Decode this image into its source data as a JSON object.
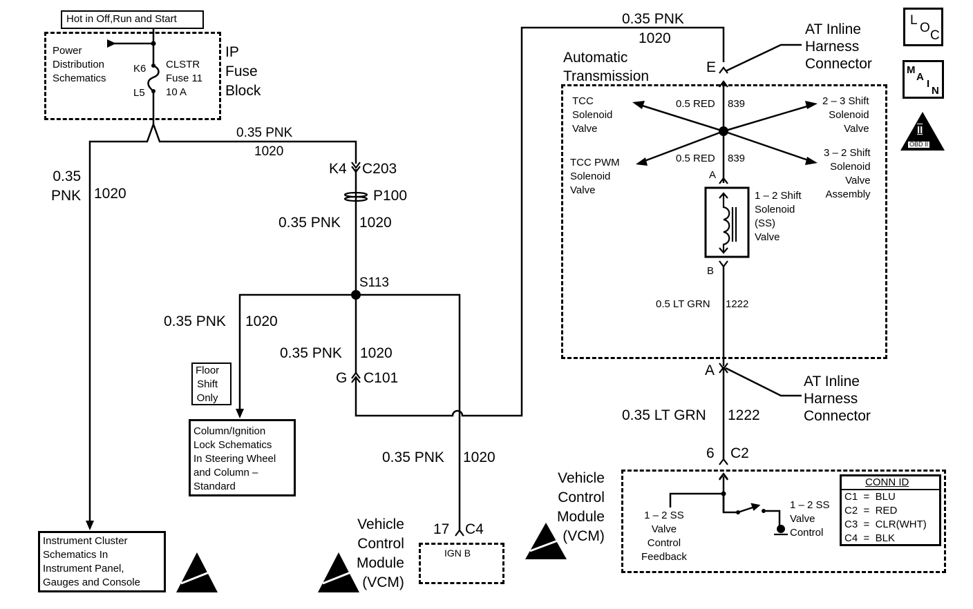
{
  "diagram_type": "wiring-schematic",
  "title_box": "Hot in Off,Run and Start",
  "ip_fuse_block": {
    "label": "IP\nFuse\nBlock",
    "power_dist": "Power\nDistribution\nSchematics",
    "fuse_label": "CLSTR\nFuse 11\n10 A",
    "pin_top": "K6",
    "pin_bottom": "L5"
  },
  "wires": {
    "w_top": {
      "gauge_color": "0.35 PNK",
      "circuit": "1020"
    },
    "w_left_gauge": "0.35\nPNK",
    "w_left_circuit": "1020",
    "w_p100": {
      "gauge_color": "0.35 PNK",
      "circuit": "1020"
    },
    "w_floor": {
      "gauge_color": "0.35 PNK",
      "circuit": "1020"
    },
    "w_c101": {
      "gauge_color": "0.35 PNK",
      "circuit": "1020"
    },
    "w_vcm": {
      "gauge_color": "0.35 PNK",
      "circuit": "1020"
    },
    "w_trans_top": {
      "gauge_color": "0.35 PNK",
      "circuit": "1020"
    },
    "w_red_top": {
      "gauge_color": "0.5 RED",
      "circuit": "839"
    },
    "w_red_bottom": {
      "gauge_color": "0.5 RED",
      "circuit": "839"
    },
    "w_ltgrn_inner": {
      "gauge_color": "0.5 LT GRN",
      "circuit": "1222"
    },
    "w_ltgrn_outer": {
      "gauge_color": "0.35 LT GRN",
      "circuit": "1222"
    }
  },
  "connectors": {
    "c203": {
      "pin": "K4",
      "name": "C203"
    },
    "p100": "P100",
    "s113": "S113",
    "c101": {
      "pin": "G",
      "name": "C101"
    },
    "c4": {
      "pin": "17",
      "name": "C4"
    },
    "c2": {
      "pin": "6",
      "name": "C2"
    },
    "at_e": "E",
    "at_a": "A",
    "sol_a": "A",
    "sol_b": "B"
  },
  "components": {
    "floor_shift": "Floor\nShift\nOnly",
    "column_lock": "Column/Ignition\nLock Schematics\nIn Steering Wheel\nand Column –\nStandard",
    "instrument_cluster": "Instrument Cluster\nSchematics In\nInstrument Panel,\nGauges and Console",
    "vcm_left_label": "Vehicle\nControl\nModule\n(VCM)",
    "vcm_left_ign": "IGN B",
    "auto_trans": "Automatic\nTransmission",
    "at_inline_top": "AT Inline\nHarness\nConnector",
    "at_inline_bottom": "AT Inline\nHarness\nConnector",
    "tcc_sol": "TCC\nSolenoid\nValve",
    "tcc_pwm": "TCC PWM\nSolenoid\nValve",
    "shift_23": "2 – 3 Shift\nSolenoid\nValve",
    "shift_32": "3 – 2 Shift\nSolenoid\nValve\nAssembly",
    "shift_12": "1 – 2 Shift\nSolenoid\n(SS)\nValve",
    "vcm_right_label": "Vehicle\nControl\nModule\n(VCM)",
    "ss_feedback": "1 – 2 SS\nValve\nControl\nFeedback",
    "ss_control": "1 – 2 SS\nValve\nControl"
  },
  "conn_id": {
    "header": "CONN ID",
    "rows": [
      "C1  =  BLU",
      "C2  =  RED",
      "C3  =  CLR(WHT)",
      "C4  =  BLK"
    ]
  },
  "badges": {
    "loc": [
      "L",
      "O",
      "C"
    ],
    "main": [
      "M",
      "A",
      "I",
      "N"
    ],
    "obd": {
      "numeral": "II",
      "label": "OBD II"
    }
  }
}
